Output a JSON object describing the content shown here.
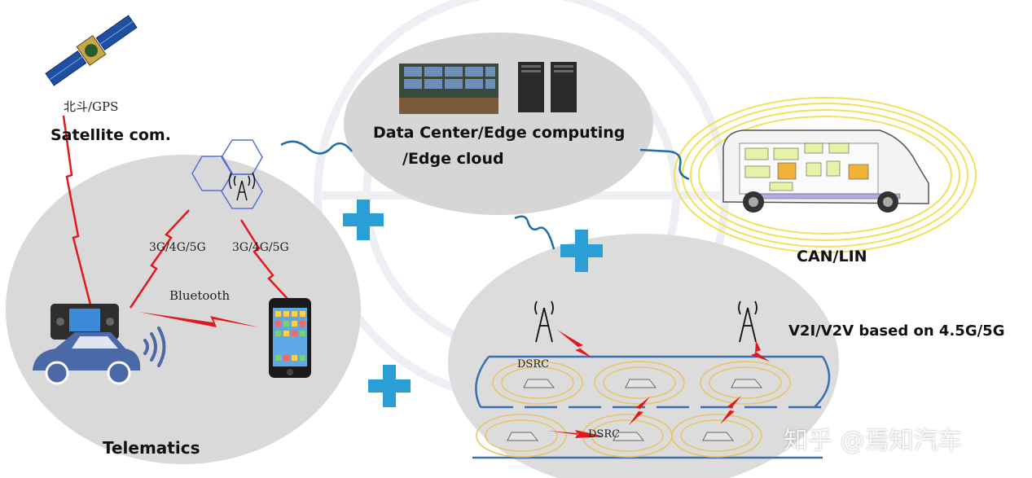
{
  "labels": {
    "beidou_gps": "北斗/GPS",
    "satellite": "Satellite com.",
    "data_center_line1": "Data Center/Edge computing",
    "data_center_line2": "/Edge cloud",
    "can_lin": "CAN/LIN",
    "cellular_left": "3G/4G/5G",
    "cellular_right": "3G/4G/5G",
    "bluetooth": "Bluetooth",
    "telematics": "Telematics",
    "v2x": "V2I/V2V based on 4.5G/5G",
    "dsrc_top": "DSRC",
    "dsrc_bottom": "DSRC",
    "watermark": "知乎 @焉知汽车"
  },
  "colors": {
    "ellipse_fill": "#d9d9d9",
    "plus": "#2a9fd6",
    "radio_link": "#e0191e",
    "cable": "#1e6fa8",
    "dsrc_ring": "#e8c46a",
    "can_ring": "#f2e05a",
    "hexagon": "#5a6fd8",
    "road_line": "#3a6fb0"
  },
  "icons": [
    "satellite-icon",
    "cell-tower-icon",
    "server-icon",
    "control-room-icon",
    "car-icon",
    "phone-icon",
    "head-unit-icon",
    "wifi-icon",
    "plus-icon"
  ]
}
